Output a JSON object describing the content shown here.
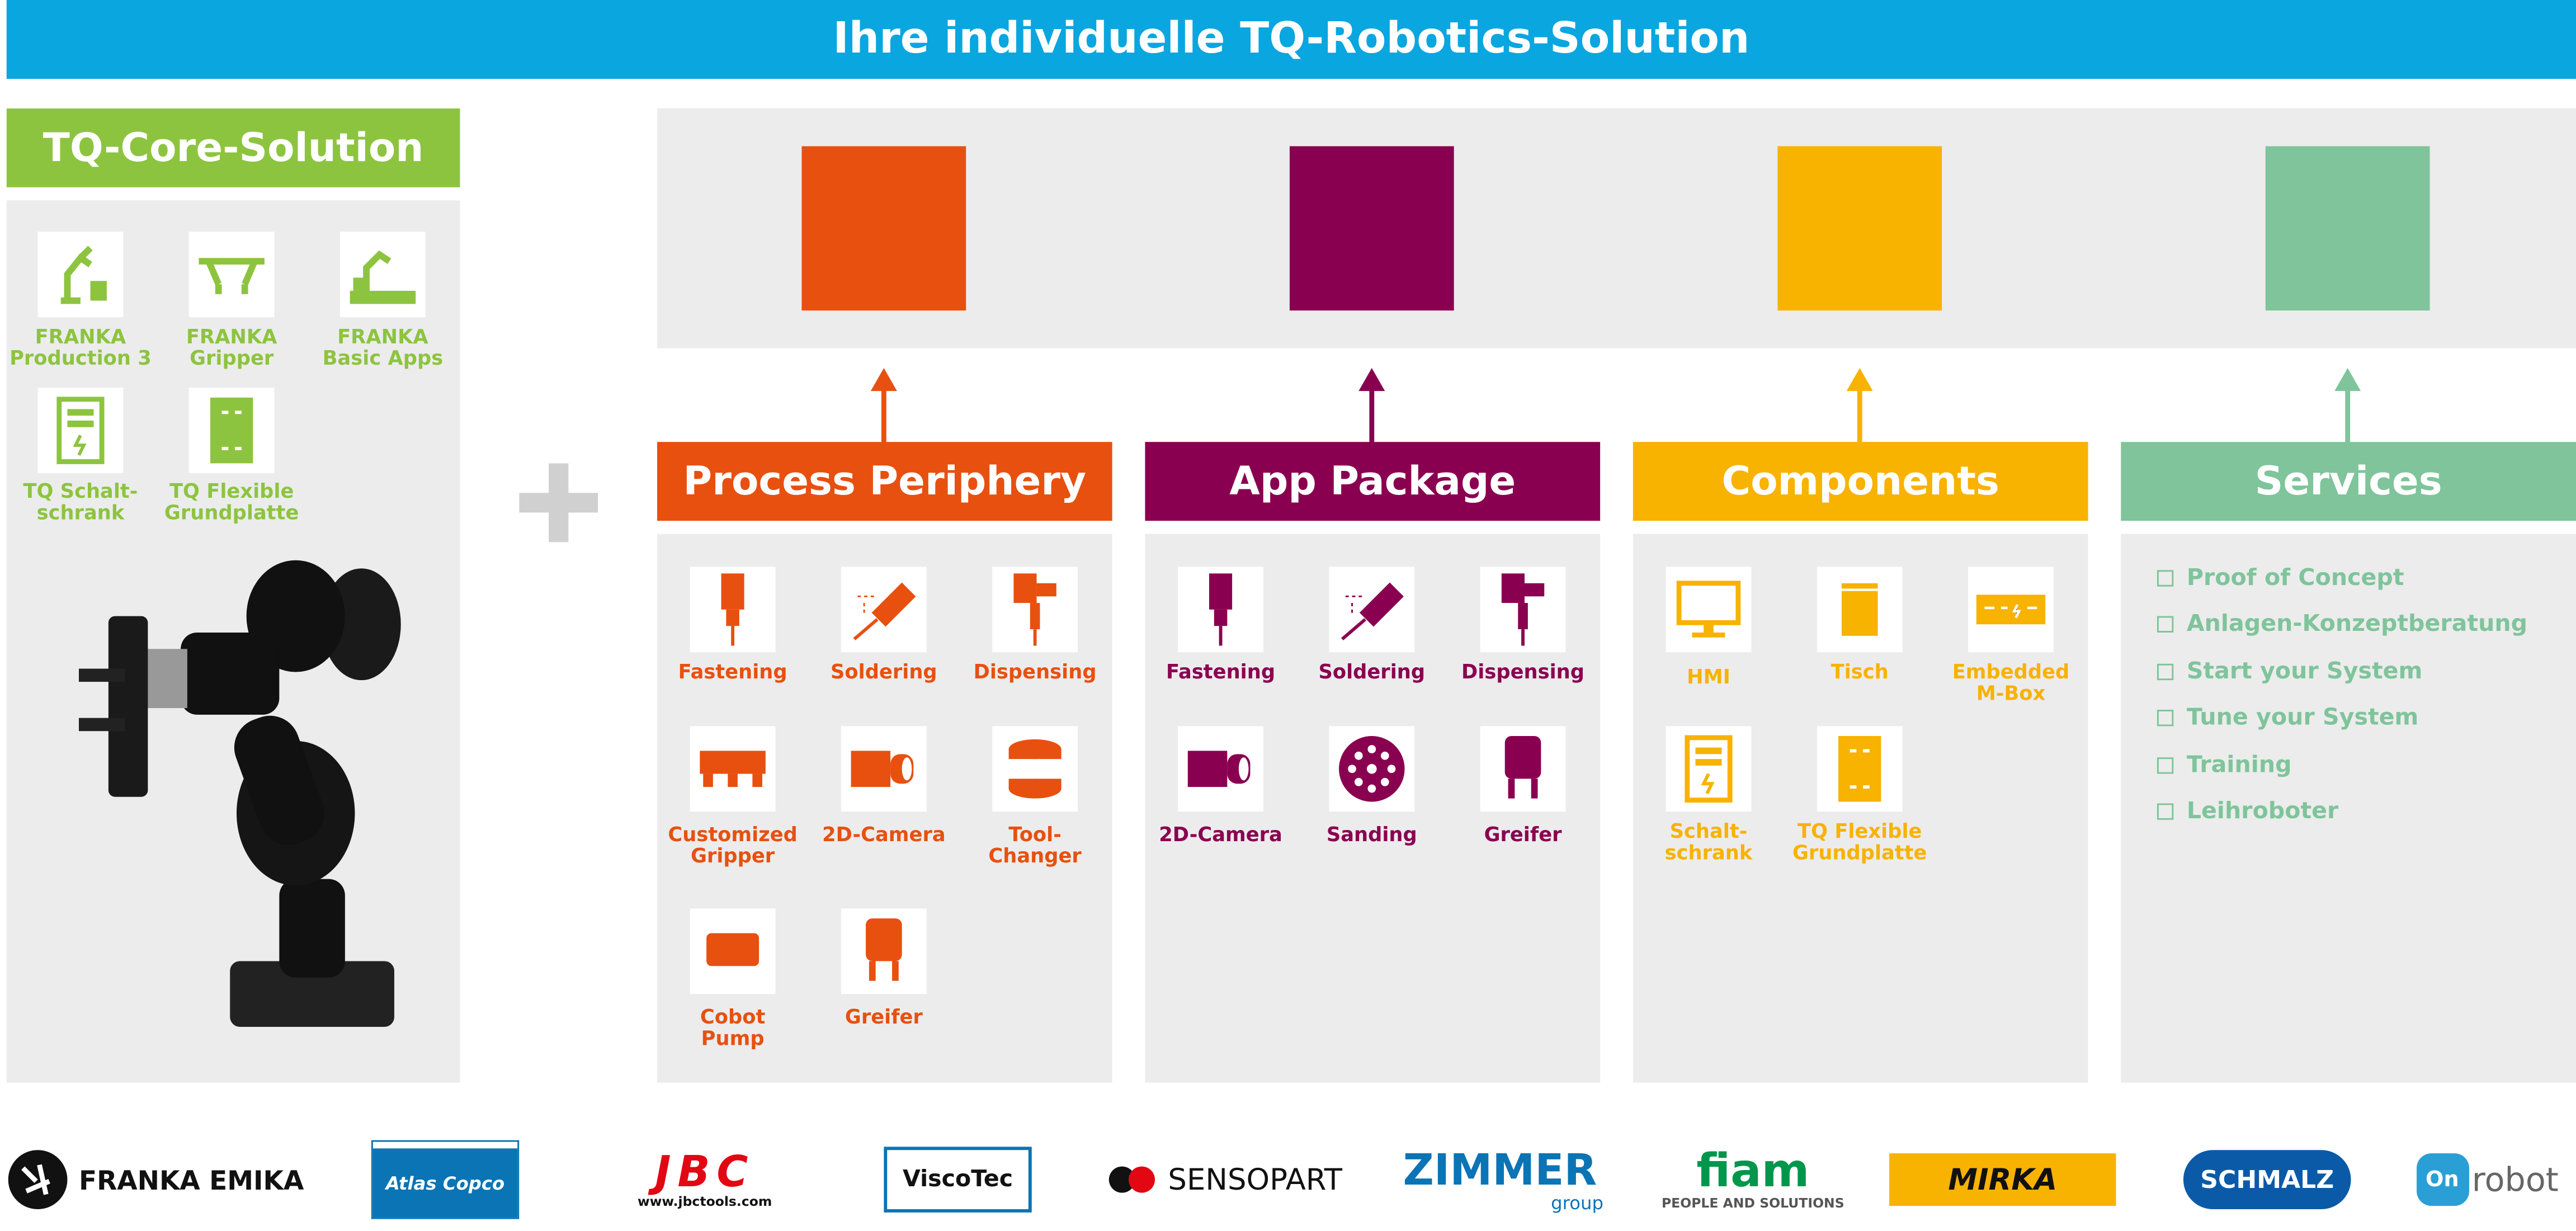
{
  "banner": {
    "title": "Ihre individuelle TQ-Robotics-Solution"
  },
  "core": {
    "title": "TQ-Core-Solution",
    "items": [
      "FRANKA\nProduction 3",
      "FRANKA\nGripper",
      "FRANKA\nBasic Apps",
      "TQ Schalt-\nschrank",
      "TQ Flexible\nGrundplatte"
    ]
  },
  "colors": {
    "orange": "#e8500f",
    "purple": "#8a0050",
    "yellow": "#f8b200",
    "green": "#7fc49b",
    "lime": "#8dc43f",
    "blue": "#0aa6df"
  },
  "columns": [
    {
      "title": "Process Periphery",
      "items": [
        "Fastening",
        "Soldering",
        "Dispensing",
        "Customized\nGripper",
        "2D-Camera",
        "Tool-\nChanger",
        "Cobot\nPump",
        "Greifer"
      ]
    },
    {
      "title": "App Package",
      "items": [
        "Fastening",
        "Soldering",
        "Dispensing",
        "2D-Camera",
        "Sanding",
        "Greifer"
      ]
    },
    {
      "title": "Components",
      "items": [
        "HMI",
        "Tisch",
        "Embedded\nM-Box",
        "Schalt-\nschrank",
        "TQ Flexible\nGrundplatte"
      ]
    },
    {
      "title": "Services",
      "items": [
        "Proof of Concept",
        "Anlagen-Konzeptberatung",
        "Start your System",
        "Tune your System",
        "Training",
        "Leihroboter"
      ]
    }
  ],
  "logos": {
    "franka": "FRANKA EMIKA",
    "atlas": "Atlas Copco",
    "jbc": "JBC",
    "jbc_url": "www.jbctools.com",
    "viscotec": "ViscoTec",
    "sensopart": "SENSOPART",
    "zimmer": "ZIMMER",
    "zimmer_sub": "group",
    "fiam": "fiam",
    "fiam_sub": "PEOPLE AND SOLUTIONS",
    "mirka": "MIRKA",
    "schmalz": "SCHMALZ",
    "onrobot_on": "On",
    "onrobot": "robot"
  }
}
